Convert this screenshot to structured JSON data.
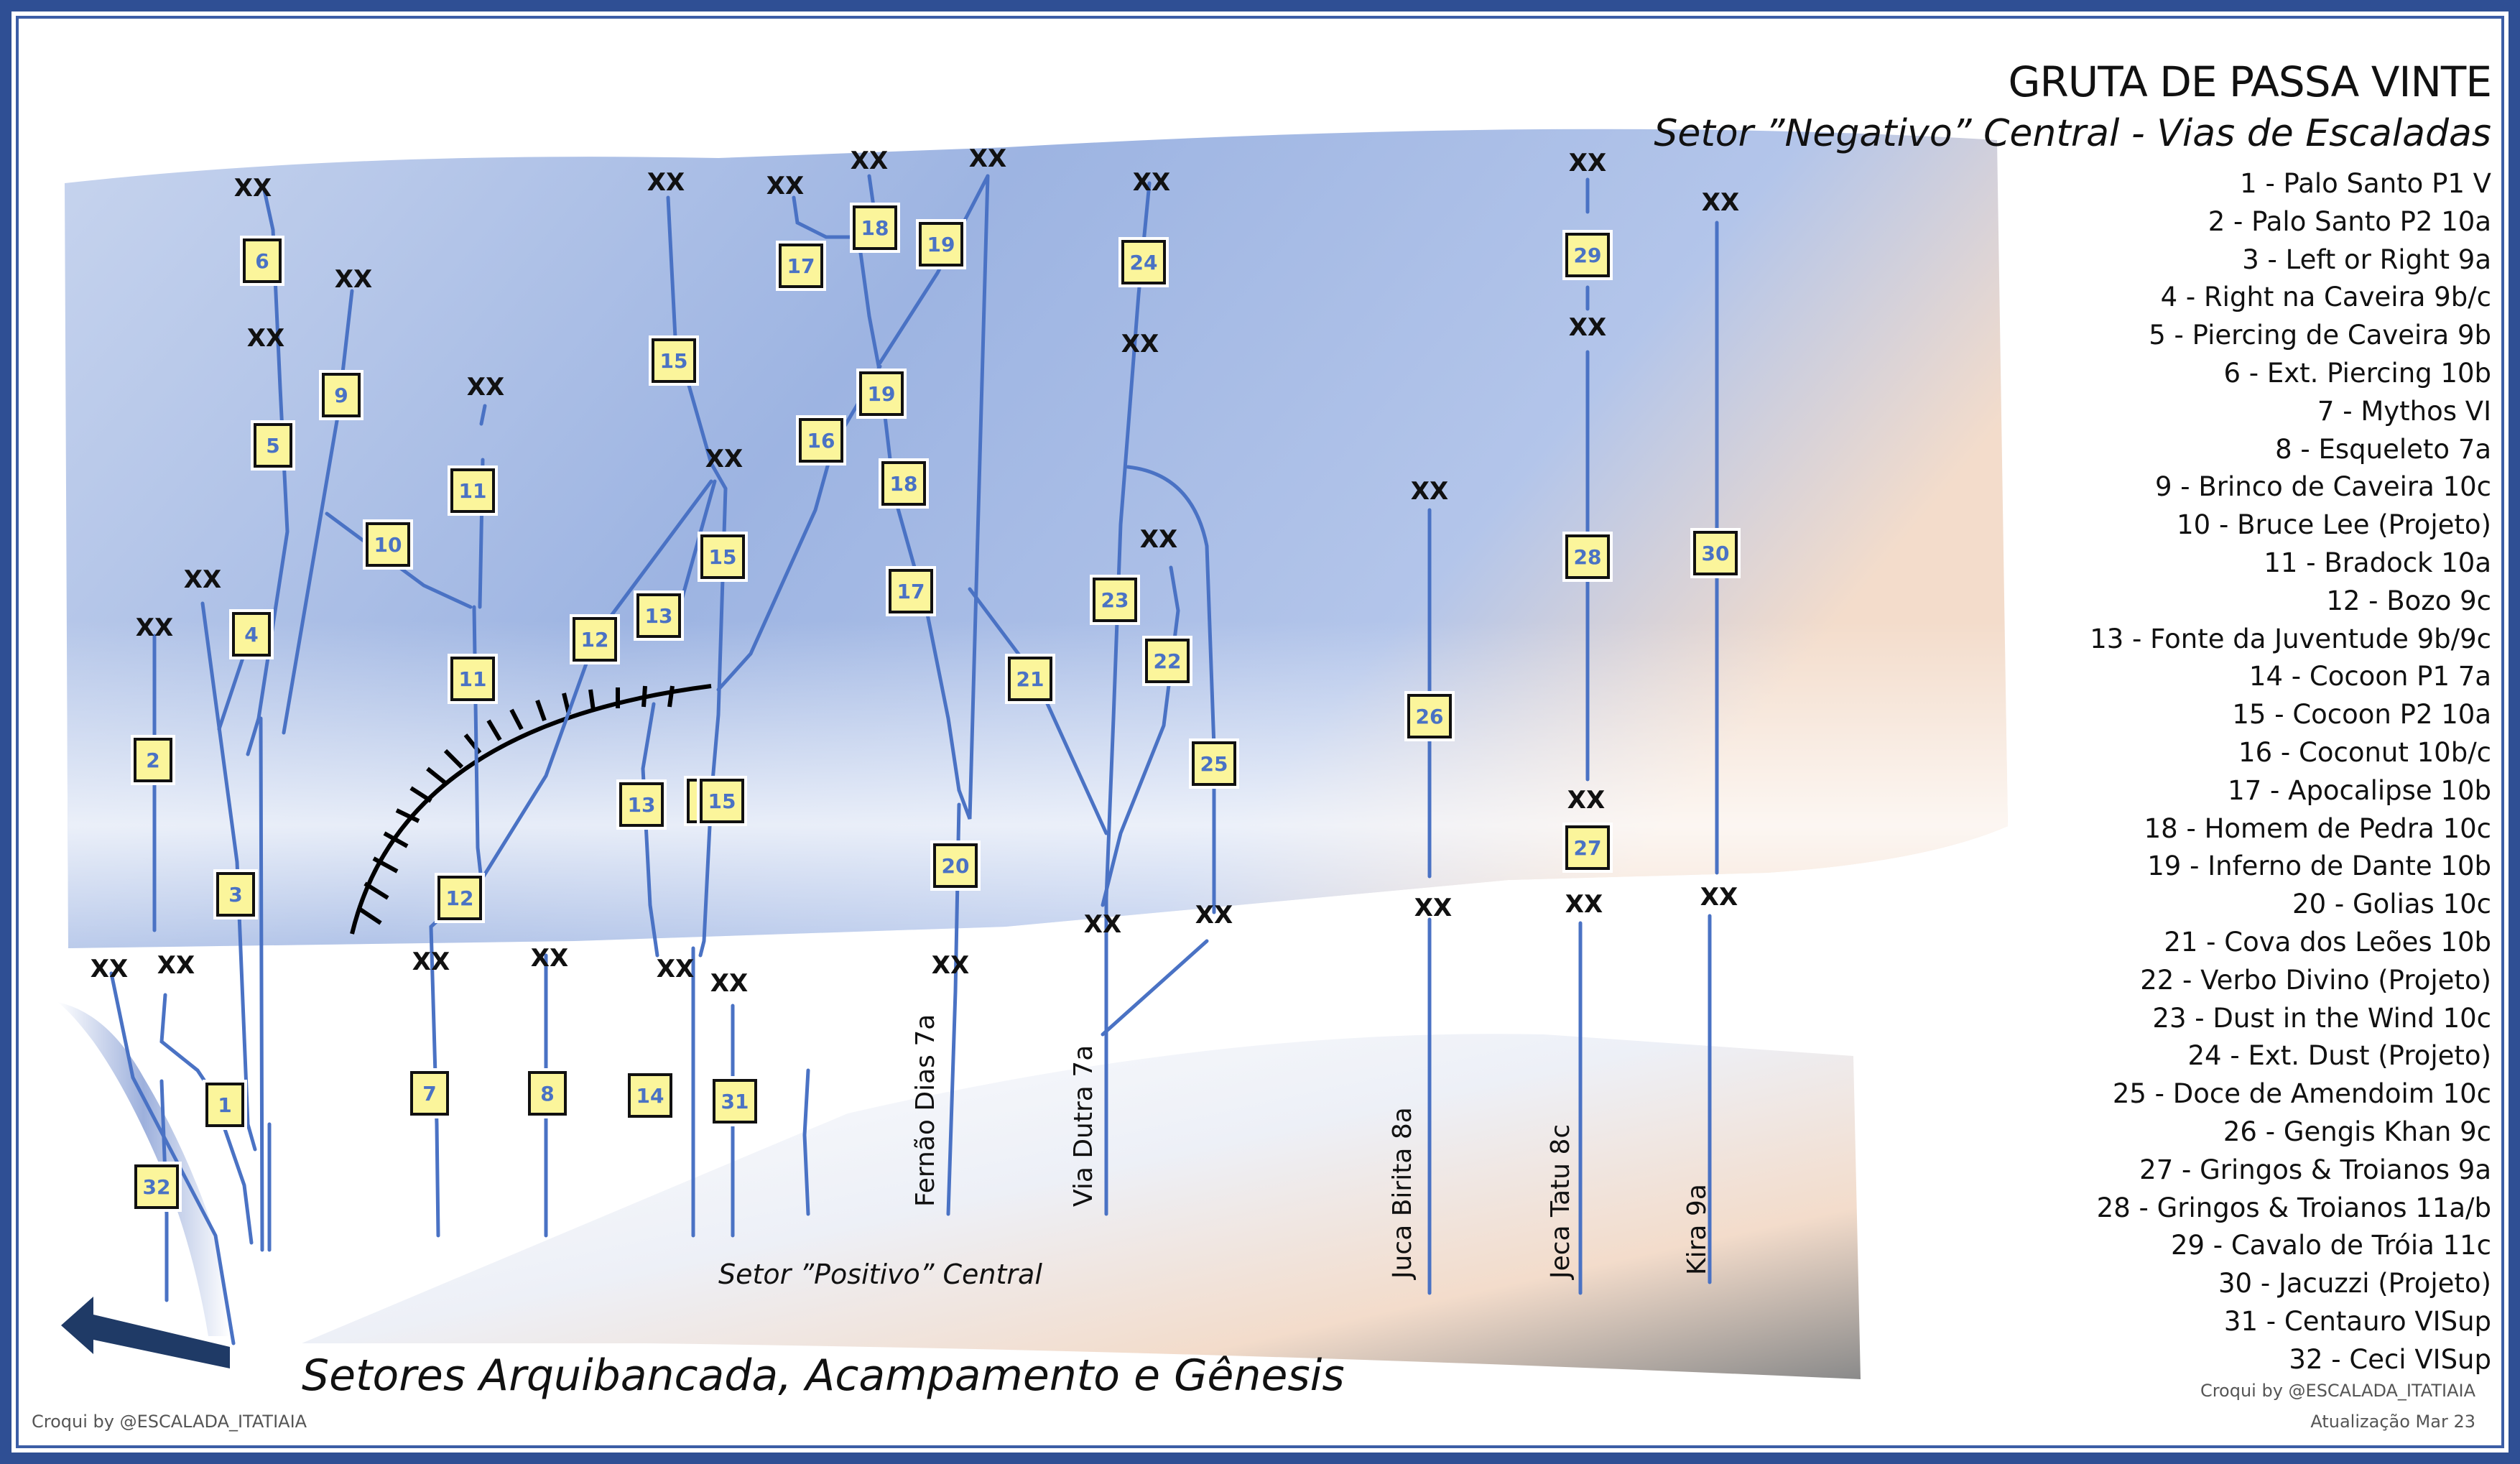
{
  "header": {
    "title": "GRUTA DE PASSA VINTE",
    "subtitle": "Setor ”Negativo” Central - Vias de Escaladas"
  },
  "legend": [
    "1 - Palo Santo P1 V",
    "2 - Palo Santo P2 10a",
    "3 - Left or Right 9a",
    "4 - Right na Caveira 9b/c",
    "5 - Piercing de Caveira 9b",
    "6 - Ext. Piercing 10b",
    "7 - Mythos VI",
    "8 - Esqueleto 7a",
    "9 - Brinco de Caveira 10c",
    "10 - Bruce Lee (Projeto)",
    "11 - Bradock 10a",
    "12 - Bozo 9c",
    "13 - Fonte da Juventude 9b/9c",
    "14 - Cocoon P1 7a",
    "15 - Cocoon P2 10a",
    "16 - Coconut 10b/c",
    "17 - Apocalipse 10b",
    "18 - Homem de Pedra 10c",
    "19 - Inferno de Dante 10b",
    "20 - Golias 10c",
    "21 - Cova dos Leões 10b",
    "22 - Verbo Divino (Projeto)",
    "23 - Dust in the Wind 10c",
    "24 - Ext. Dust (Projeto)",
    "25 - Doce de Amendoim 10c",
    "26 - Gengis Khan 9c",
    "27 - Gringos & Troianos 9a",
    "28 - Gringos & Troianos 11a/b",
    "29 - Cavalo de Tróia 11c",
    "30 - Jacuzzi (Projeto)",
    "31 - Centauro VISup",
    "32 - Ceci VISup"
  ],
  "anchor_label": "XX",
  "route_markers": [
    "1",
    "2",
    "3",
    "4",
    "5",
    "6",
    "7",
    "8",
    "9",
    "10",
    "11",
    "12",
    "12",
    "13",
    "13",
    "14",
    "15",
    "15",
    "15",
    "16",
    "17",
    "17",
    "18",
    "18",
    "19",
    "19",
    "20",
    "21",
    "22",
    "23",
    "24",
    "25",
    "26",
    "27",
    "28",
    "29",
    "30",
    "31",
    "32"
  ],
  "route_labels": {
    "fernao_dias": "Fernão Dias 7a",
    "via_dutra": "Via Dutra 7a",
    "juca_birita": "Juca Birita 8a",
    "jeca_tatu": "Jeca Tatu 8c",
    "kira": "Kira 9a"
  },
  "sectors": {
    "positivo": "Setor ”Positivo” Central",
    "arquibancada": "Setores Arquibancada, Acampamento e Gênesis"
  },
  "credits": {
    "left": "Croqui by @ESCALADA_ITATIAIA",
    "right": "Croqui by @ESCALADA_ITATIAIA",
    "updated": "Atualização Mar 23"
  },
  "colors": {
    "frame": "#2f4f94",
    "route_line": "#4a72c4",
    "marker_fill": "#fbf59b",
    "marker_text": "#4a72c4",
    "arrow": "#1f3a66"
  }
}
